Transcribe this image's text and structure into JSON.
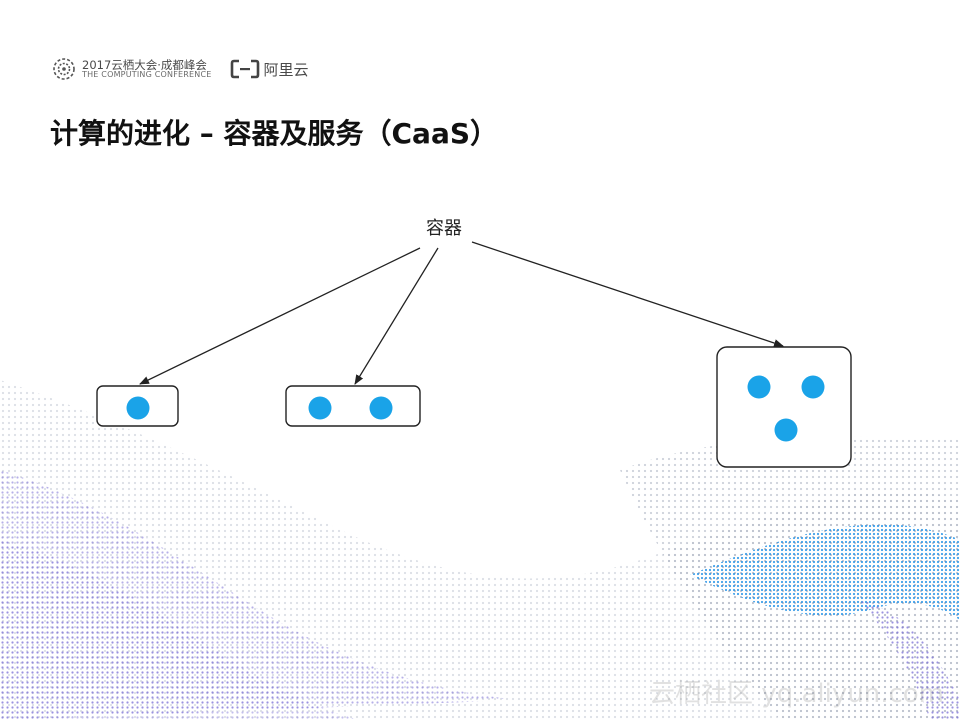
{
  "header": {
    "conference_name": "2017云栖大会·成都峰会",
    "conference_sub": "THE COMPUTING CONFERENCE",
    "company_name": "阿里云"
  },
  "title": "计算的进化 – 容器及服务（CaaS）",
  "diagram": {
    "root_label": "容器",
    "children": [
      {
        "dots": 1
      },
      {
        "dots": 2
      },
      {
        "dots": 3
      }
    ]
  },
  "colors": {
    "dot": "#1aa3e8",
    "title": "#111111",
    "box_border": "#222222",
    "wave_blue": "#1e90e6",
    "wave_purple": "#6a5acd"
  },
  "watermark": "云栖社区 yq.aliyun.com"
}
